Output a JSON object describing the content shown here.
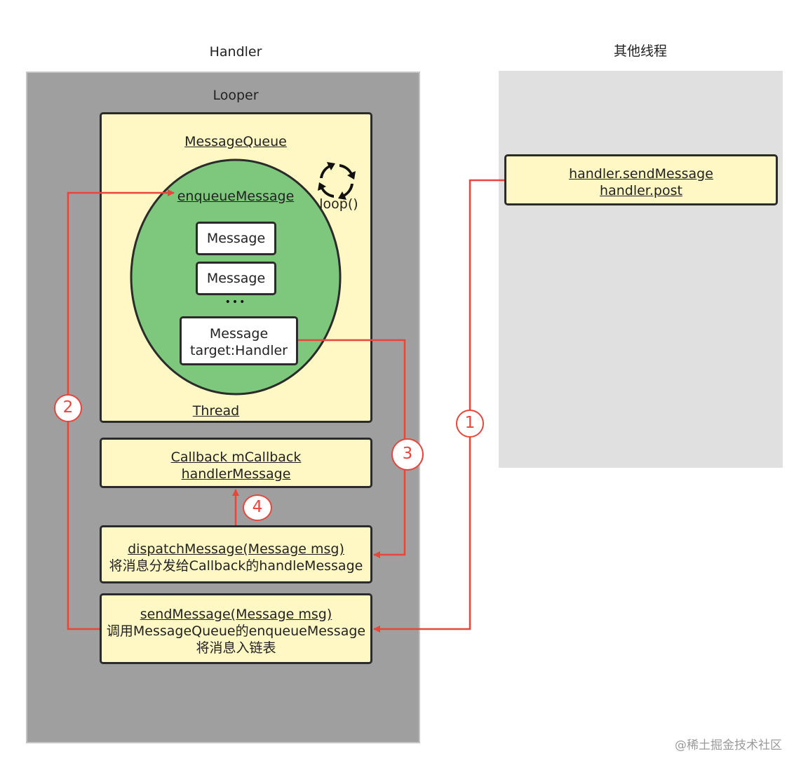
{
  "columns": {
    "handler_title": "Handler",
    "other_thread_title": "其他线程"
  },
  "looper": {
    "label": "Looper",
    "message_queue_label": "MessageQueue",
    "enqueue_label": "enqueueMessage",
    "loop_label": "loop()",
    "messages": [
      "Message",
      "Message"
    ],
    "ellipsis": "•••",
    "target_message": {
      "line1": "Message",
      "line2": "target:Handler"
    },
    "thread_label": "Thread"
  },
  "callback_box": {
    "line1": "Callback mCallback",
    "line2": "handlerMessage"
  },
  "dispatch_box": {
    "line1": "dispatchMessage(Message msg)",
    "line2": "将消息分发给Callback的handleMessage"
  },
  "send_box": {
    "line1": "sendMessage(Message msg)",
    "line2": "调用MessageQueue的enqueueMessage",
    "line3": "将消息入链表"
  },
  "other_thread_box": {
    "line1": "handler.sendMessage",
    "line2": "handler.post"
  },
  "steps": [
    "1",
    "2",
    "3",
    "4"
  ],
  "watermark": "@稀土掘金技术社区",
  "colors": {
    "accent_red": "#e8453c",
    "box_fill": "#fff8c4",
    "queue_green": "#7ec87e",
    "handler_panel": "#9f9f9f",
    "other_panel": "#e0e0e0"
  }
}
